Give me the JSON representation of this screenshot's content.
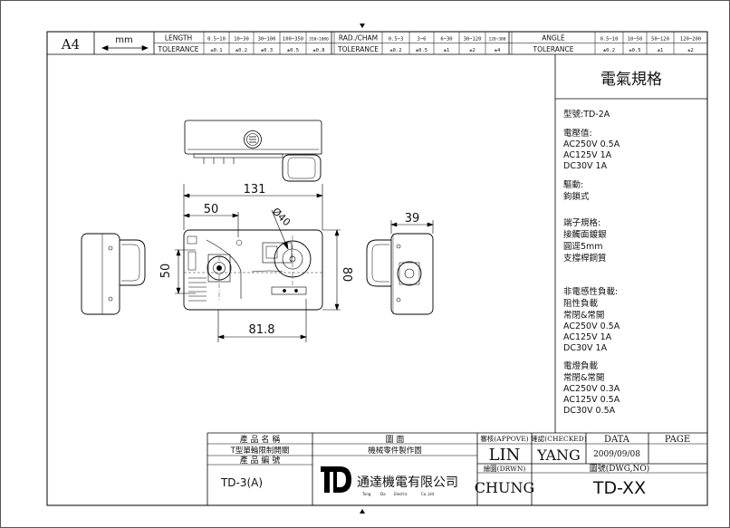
{
  "header": {
    "paper_size": "A4",
    "unit": "mm",
    "length_label": "LENGTH",
    "tolerance_label": "TOLERANCE",
    "length_ranges": [
      "0.5~10",
      "10~30",
      "30~100",
      "100~350",
      "350~1000"
    ],
    "length_tols": [
      "±0.1",
      "±0.2",
      "±0.3",
      "±0.5",
      "±0.8"
    ],
    "radcham_label": "RAD./CHAM",
    "radcham_ranges": [
      "0.5~3",
      "3~6",
      "6~30",
      "30~120",
      "120~300"
    ],
    "radcham_tols": [
      "±0.2",
      "±0.5",
      "±1",
      "±2",
      "±4"
    ],
    "angle_label": "ANGLE",
    "angle_ranges": [
      "0.5~10",
      "10~50",
      "50~120",
      "120~200"
    ],
    "angle_tols": [
      "±0.2",
      "±0.5",
      "±1",
      "±2"
    ]
  },
  "spec": {
    "title": "電氣規格",
    "model": "型號:TD-2A",
    "voltage_title": "電壓值:",
    "voltage_lines": [
      "AC250V  0.5A",
      "AC125V  1A",
      "DC30V    1A"
    ],
    "drive_title": "驅動:",
    "drive_value": "鉤鎖式",
    "terminal_title": "端子規格:",
    "terminal_lines": [
      "接觸面鍍銀",
      "圓逕5mm",
      "支撐桿銅質"
    ],
    "nonind_title": "非電感性負載:",
    "nonind_lines": [
      "阻性負載",
      "常閉&常開",
      "AC250V  0.5A",
      "AC125V  1A",
      "DC30V    1A"
    ],
    "motor_title": "電燈負載",
    "motor_lines": [
      "常閉&常開",
      "AC250V  0.3A",
      "AC125V  0.5A",
      "DC30V    0.5A"
    ]
  },
  "dimensions": {
    "overall_length": "131",
    "offset": "50",
    "diameter": "Ø40",
    "height_left": "50",
    "height_right": "80",
    "side_depth": "39",
    "bottom_span": "81.8"
  },
  "title_block": {
    "product_name_label": "產 品 名 稱",
    "product_name": "T型單輪限制開關",
    "product_code_label": "產 品 編 號",
    "product_code": "TD-3(A)",
    "drawing_label": "圖          面",
    "drawing_type": "機械零件製作圖",
    "company_zh": "通達機電有限公司",
    "company_en_1": "Tung",
    "company_en_2": "Da",
    "company_en_3": "Electric",
    "company_en_4": "Co.,Ltd",
    "approve_label": "審核(APPOVE)",
    "approve_name": "LIN",
    "checked_label": "確認(CHECKED)",
    "checked_name": "YANG",
    "drawn_label": "繪圖(DRWN)",
    "drawn_name": "CHUNG",
    "date_label": "DATA",
    "date_value": "2009/09/08",
    "page_label": "PAGE",
    "page_value": "",
    "dwg_label": "圖號(DWG,NO)",
    "dwg_value": "TD-XX"
  }
}
